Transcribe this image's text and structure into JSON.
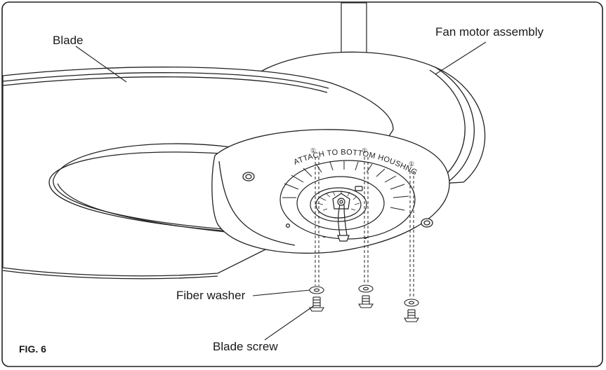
{
  "labels": {
    "blade": "Blade",
    "fan_motor_assembly": "Fan motor assembly",
    "fiber_washer": "Fiber washer",
    "blade_screw": "Blade screw",
    "fig_number": "FIG. 6"
  },
  "plate_text": "ATTACH TO BOTTOM HOUSHNG",
  "hole_mark": "①"
}
